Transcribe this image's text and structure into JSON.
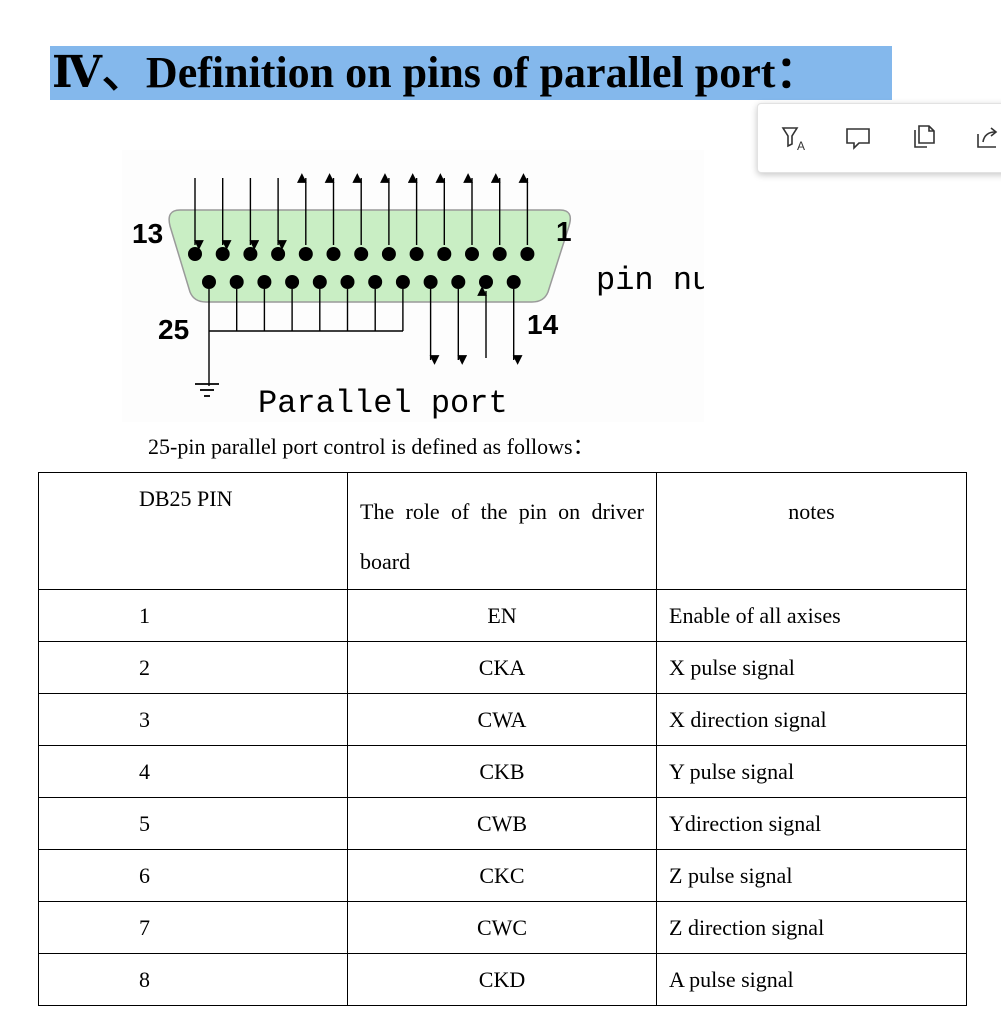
{
  "heading": "Ⅳ、Definition on pins of parallel port：",
  "toolbar": {
    "buttons": [
      {
        "icon": "immersive-reader-icon"
      },
      {
        "icon": "comment-icon"
      },
      {
        "icon": "copy-icon"
      },
      {
        "icon": "share-icon"
      }
    ],
    "reader_glyph": "A"
  },
  "diagram": {
    "label_13": "13",
    "label_1": "1",
    "label_25": "25",
    "label_14": "14",
    "pin_number_label": "pin number",
    "port_label": "Parallel port",
    "connector_fill": "#c9eec4"
  },
  "caption": "25-pin parallel port control is defined as follows：",
  "table": {
    "headers": [
      "DB25 PIN",
      "The role of the pin on driver board",
      "notes"
    ],
    "rows": [
      [
        "1",
        "EN",
        "Enable of all axises"
      ],
      [
        "2",
        "CKA",
        "X pulse signal"
      ],
      [
        "3",
        "CWA",
        "X direction signal"
      ],
      [
        "4",
        "CKB",
        "Y pulse signal"
      ],
      [
        "5",
        "CWB",
        "Ydirection signal"
      ],
      [
        "6",
        "CKC",
        "Z pulse signal"
      ],
      [
        "7",
        "CWC",
        "Z direction signal"
      ],
      [
        "8",
        "CKD",
        "A pulse signal"
      ]
    ]
  }
}
